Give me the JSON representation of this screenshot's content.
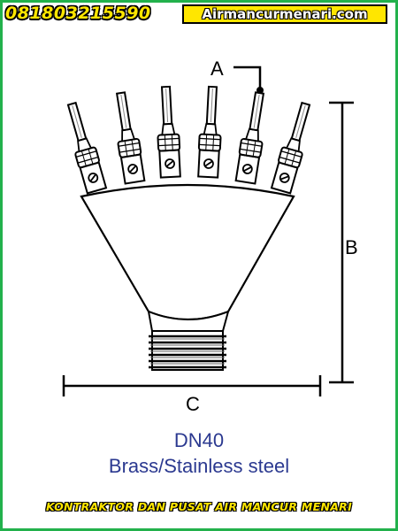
{
  "header": {
    "phone": "081803215590",
    "website": "Airmancurmenari.com"
  },
  "diagram": {
    "label_a": "A",
    "label_b": "B",
    "label_c": "C"
  },
  "caption": {
    "size": "DN40",
    "material": "Brass/Stainless steel"
  },
  "footer": {
    "text": "KONTRAKTOR DAN PUSAT AIR MANCUR MENARI"
  },
  "colors": {
    "frame": "#22b14c",
    "highlight": "#ffe600",
    "caption": "#2b3990"
  }
}
